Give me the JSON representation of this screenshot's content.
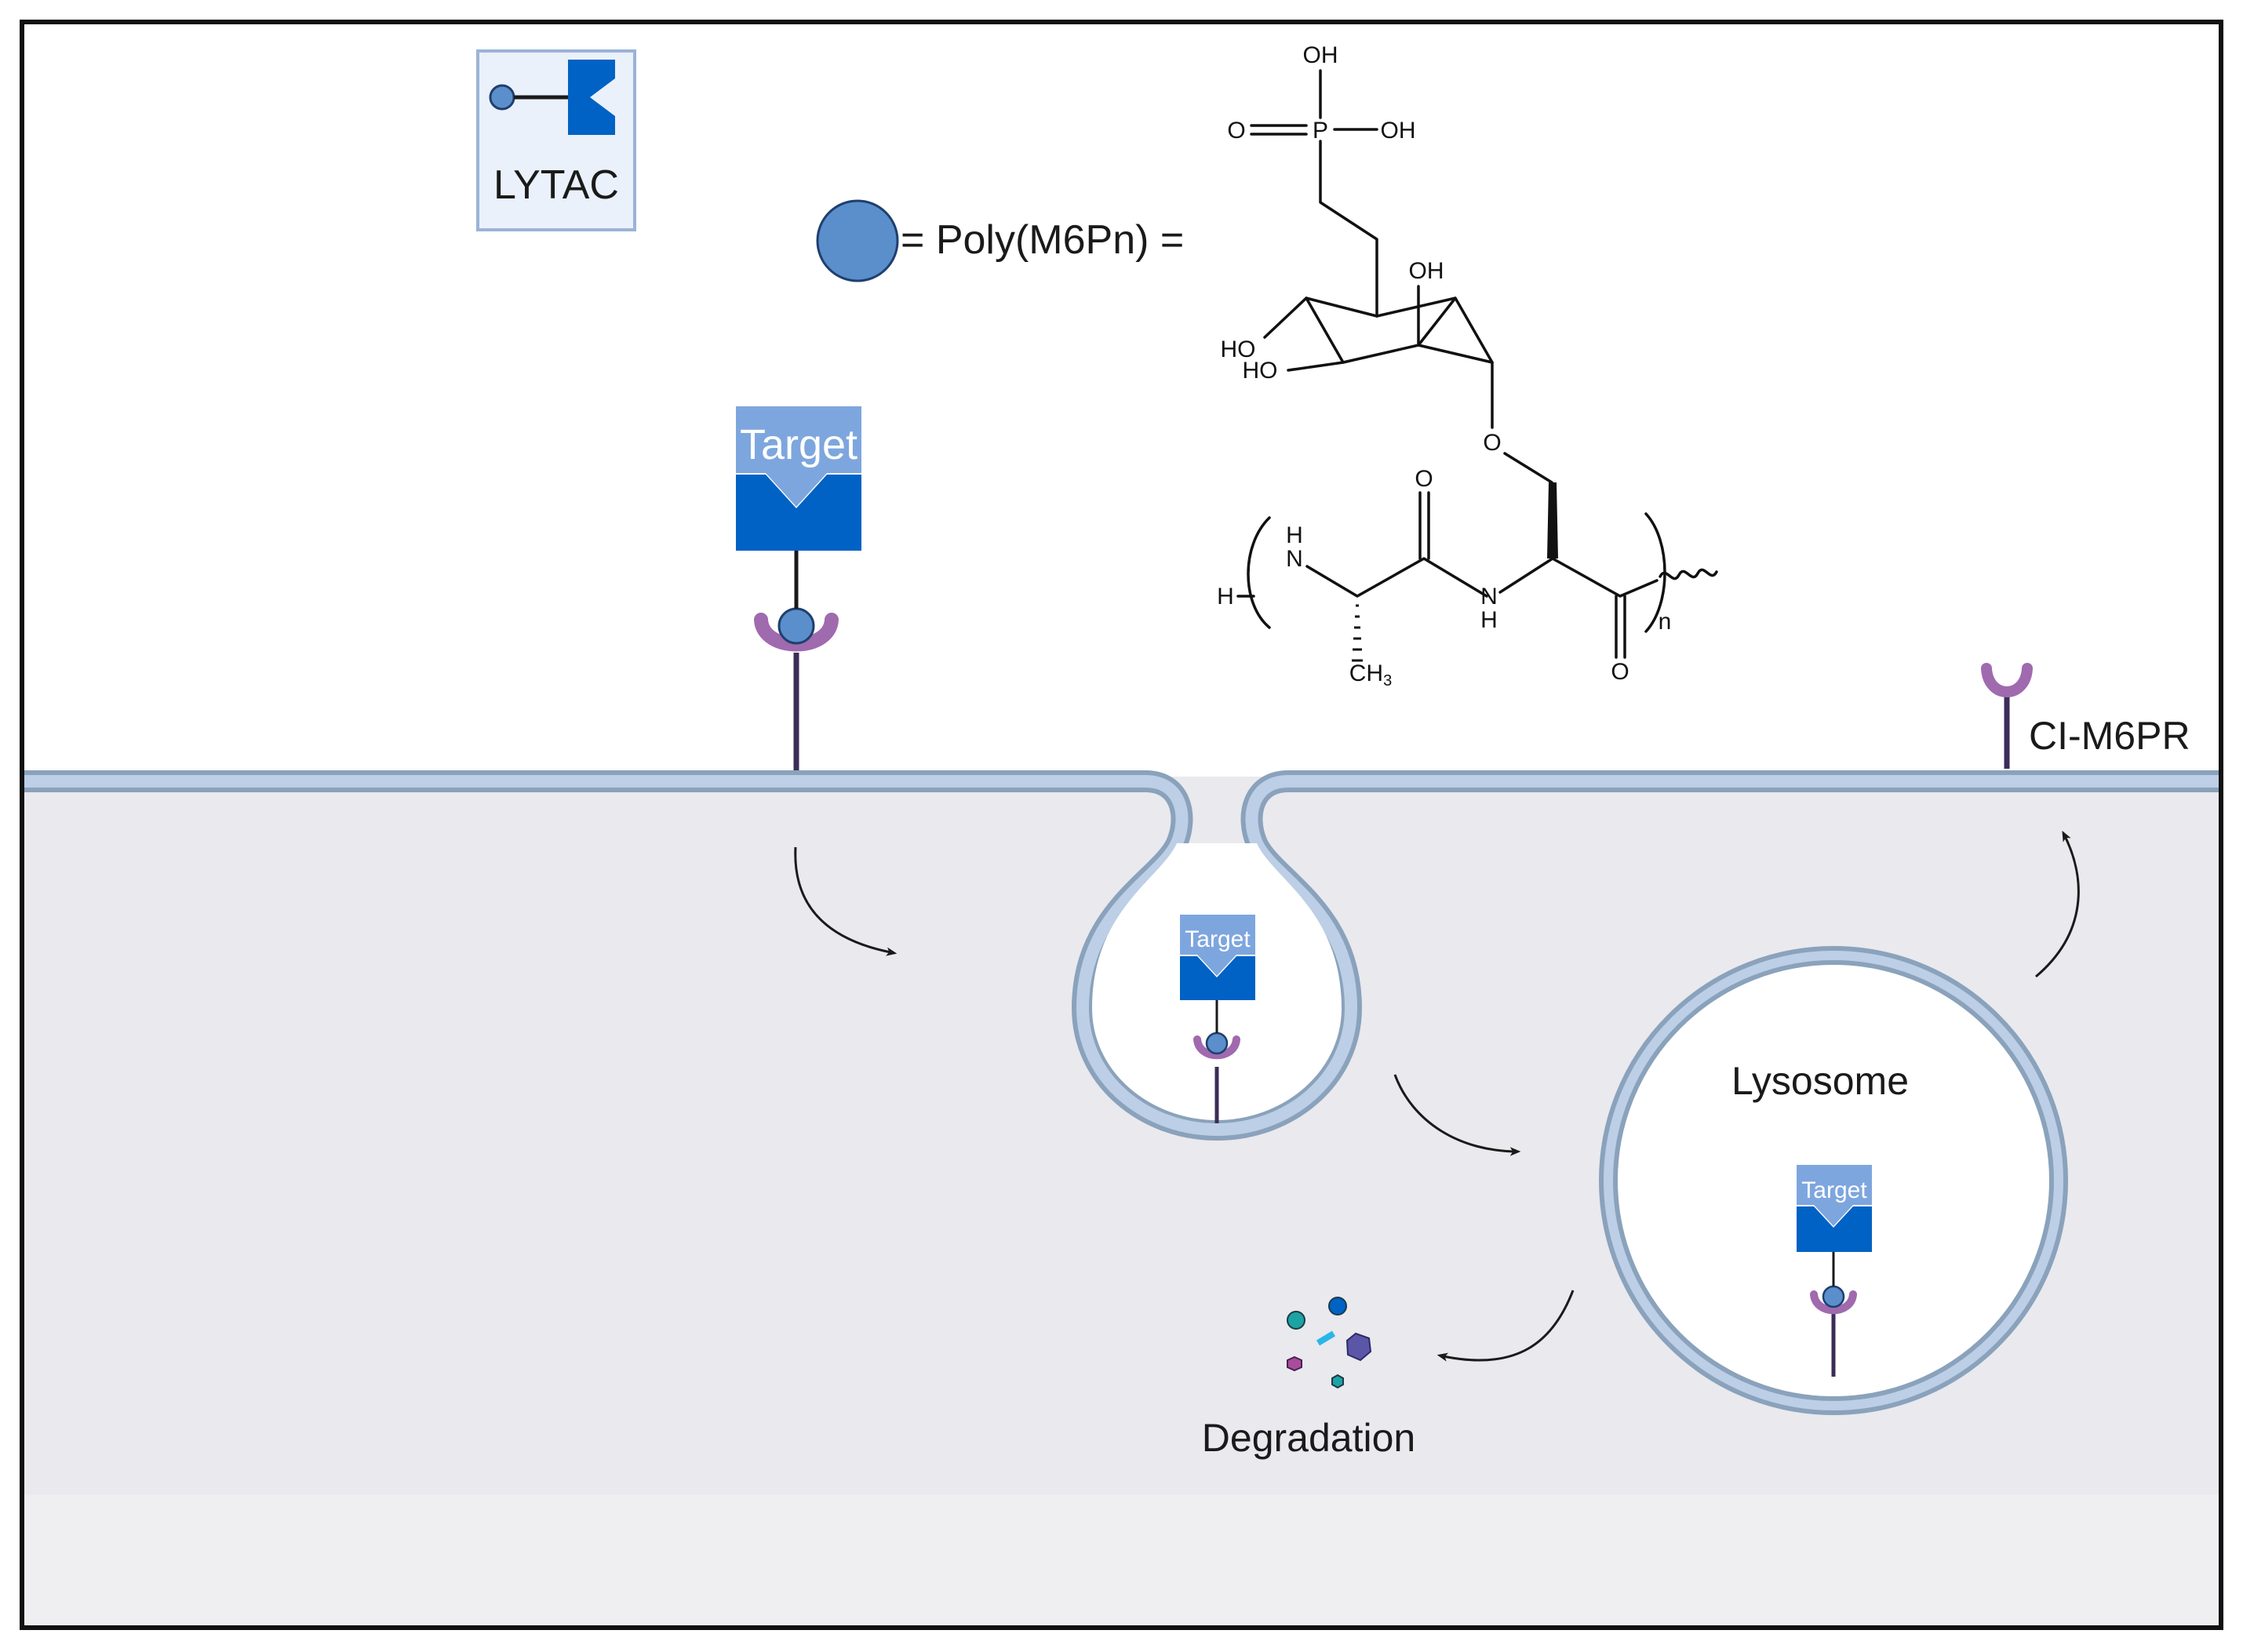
{
  "colors": {
    "frame": "#111111",
    "cytoplasm": "#e9e9ee",
    "lower_band": "#efeff1",
    "membrane_fill": "#b8cce4",
    "membrane_edge": "#8aa2bb",
    "target_light": "#7ea6de",
    "target_dark": "#0062c4",
    "m6pn_ball": "#5a8fcc",
    "receptor": "#a06aae",
    "receptor_stem": "#3b2d57",
    "arrow": "#1a1a1a"
  },
  "legend": {
    "lytac_label": "LYTAC",
    "poly_label": "= Poly(M6Pn) ="
  },
  "chemical_structure": {
    "labels": {
      "oh_top": "OH",
      "oxygen_double": "O",
      "phosphorus": "P",
      "oh_right": "OH",
      "oh_ring": "OH",
      "ho_1": "HO",
      "ho_2": "HO",
      "ring_link_o": "O",
      "carbonyl_o_1": "O",
      "amine_h_top": "H",
      "amine_n_1": "N",
      "h_terminal": "H",
      "amine_n_2": "N",
      "amine_h_bottom": "H",
      "ch": "CH",
      "ch_sub": "3",
      "carbonyl_o_2": "O",
      "repeat_n": "n"
    }
  },
  "labels": {
    "target_main": "Target",
    "target_endosome": "Target",
    "target_lysosome": "Target",
    "receptor": "CI-M6PR",
    "lysosome": "Lysosome",
    "degradation": "Degradation"
  },
  "icons": {
    "process_arrows": "curved-arrow-icon",
    "fragments": "degradation-fragments-icon"
  }
}
